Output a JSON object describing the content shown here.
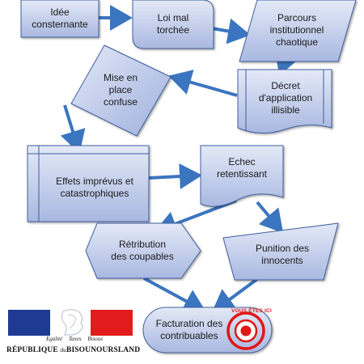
{
  "nodes": {
    "n1": "Idée\nconsternante",
    "n2": "Loi mal\ntorchée",
    "n3": "Parcours\ninstitutionnel\nchaotique",
    "n4": "Décret\nd'application\nillisible",
    "n5": "Mise en\nplace\nconfuse",
    "n6": "Effets imprévus et\ncatastrophiques",
    "n7": "Echec\nretentissant",
    "n8": "Rétribution\ndes coupables",
    "n9": "Punition des\ninnocents",
    "n10": "Facturation des\ncontribuables"
  },
  "stamp": {
    "text": "VOUS ÊTES ICI"
  },
  "logo": {
    "motto": "Egalité Taxes Bisous",
    "republic_a": "RÉPUBLIQUE",
    "republic_b": "du",
    "republic_c": "BISOUNOURSLAND"
  },
  "colors": {
    "shape_fill_top": "#dfe6f6",
    "shape_fill_bottom": "#aab9e2",
    "shape_stroke": "#3f5e9e",
    "arrow": "#3b75bf",
    "flag_blue": "#1f3a93",
    "flag_red": "#e21c1c",
    "stamp_red": "#e01818"
  }
}
